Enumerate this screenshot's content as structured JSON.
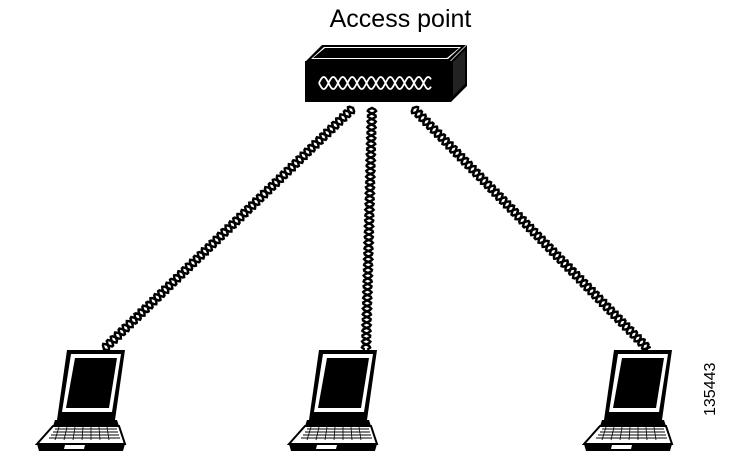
{
  "diagram": {
    "title": "Access point",
    "figure_id": "135443",
    "nodes": [
      {
        "id": "access-point",
        "icon": "access-point-icon"
      },
      {
        "id": "laptop-left",
        "icon": "laptop-icon"
      },
      {
        "id": "laptop-center",
        "icon": "laptop-icon"
      },
      {
        "id": "laptop-right",
        "icon": "laptop-icon"
      }
    ],
    "links": [
      {
        "from": "access-point",
        "to": "laptop-left",
        "type": "wireless"
      },
      {
        "from": "access-point",
        "to": "laptop-center",
        "type": "wireless"
      },
      {
        "from": "access-point",
        "to": "laptop-right",
        "type": "wireless"
      }
    ],
    "colors": {
      "ink": "#000000",
      "paper": "#ffffff"
    }
  }
}
